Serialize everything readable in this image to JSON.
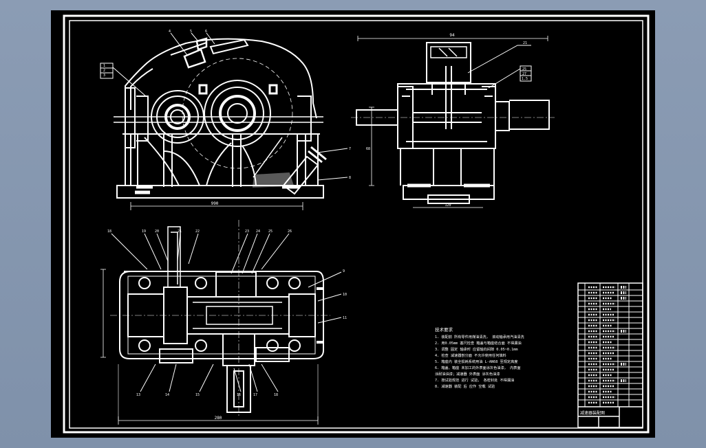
{
  "colors": {
    "background": "#8b9cb4",
    "sheet": "#000000",
    "line": "#ffffff"
  },
  "drawing": {
    "top_dims": {
      "front_width": "990",
      "side_top": "94",
      "side_height": "68",
      "side_base": "120"
    },
    "callouts_front": {
      "c1": "1",
      "c2": "2",
      "c3": "3",
      "c4": "4",
      "c5": "5",
      "c6": "6",
      "c7": "7",
      "c8": "8"
    },
    "callouts_side": {
      "c1": "21",
      "c2": "25",
      "c3": "27",
      "c4": "1.5"
    },
    "callouts_plan_top": [
      "18",
      "19",
      "20",
      "21",
      "22",
      "23",
      "24",
      "25",
      "26"
    ],
    "callouts_plan_right": [
      "9",
      "10",
      "11"
    ],
    "callouts_plan_bottom": [
      "13",
      "14",
      "15",
      "16",
      "17",
      "18"
    ],
    "plan_dim_bottom": "280",
    "notes": {
      "title": "技术要求",
      "lines": [
        "1. 装配前 所有零件用煤油清洗，  滚动轴承用汽油清洗",
        "2. 用0.05mm 塞尺检查 箱盖与箱座结合面 不得漏油",
        "3. 调整 固定 轴承时 应留轴向间隙 0.05~0.1mm",
        "4. 检查 减速器剖分面 不允许使用任何填料",
        "5. 箱座内 装全损耗系统用油 L-AN68 至规定高度",
        "6. 箱盖、箱座 未加工的外表面涂灰色油漆，  内表面",
        "   涂耐油油漆；减速器 外表面 涂灰色油漆",
        "7. 按试验规范 进行 试验，  各密封处 不得漏油",
        "8. 减速器 装配 后 应作 空载 试验"
      ]
    },
    "title_block": {
      "label": "减速器装配图"
    }
  }
}
